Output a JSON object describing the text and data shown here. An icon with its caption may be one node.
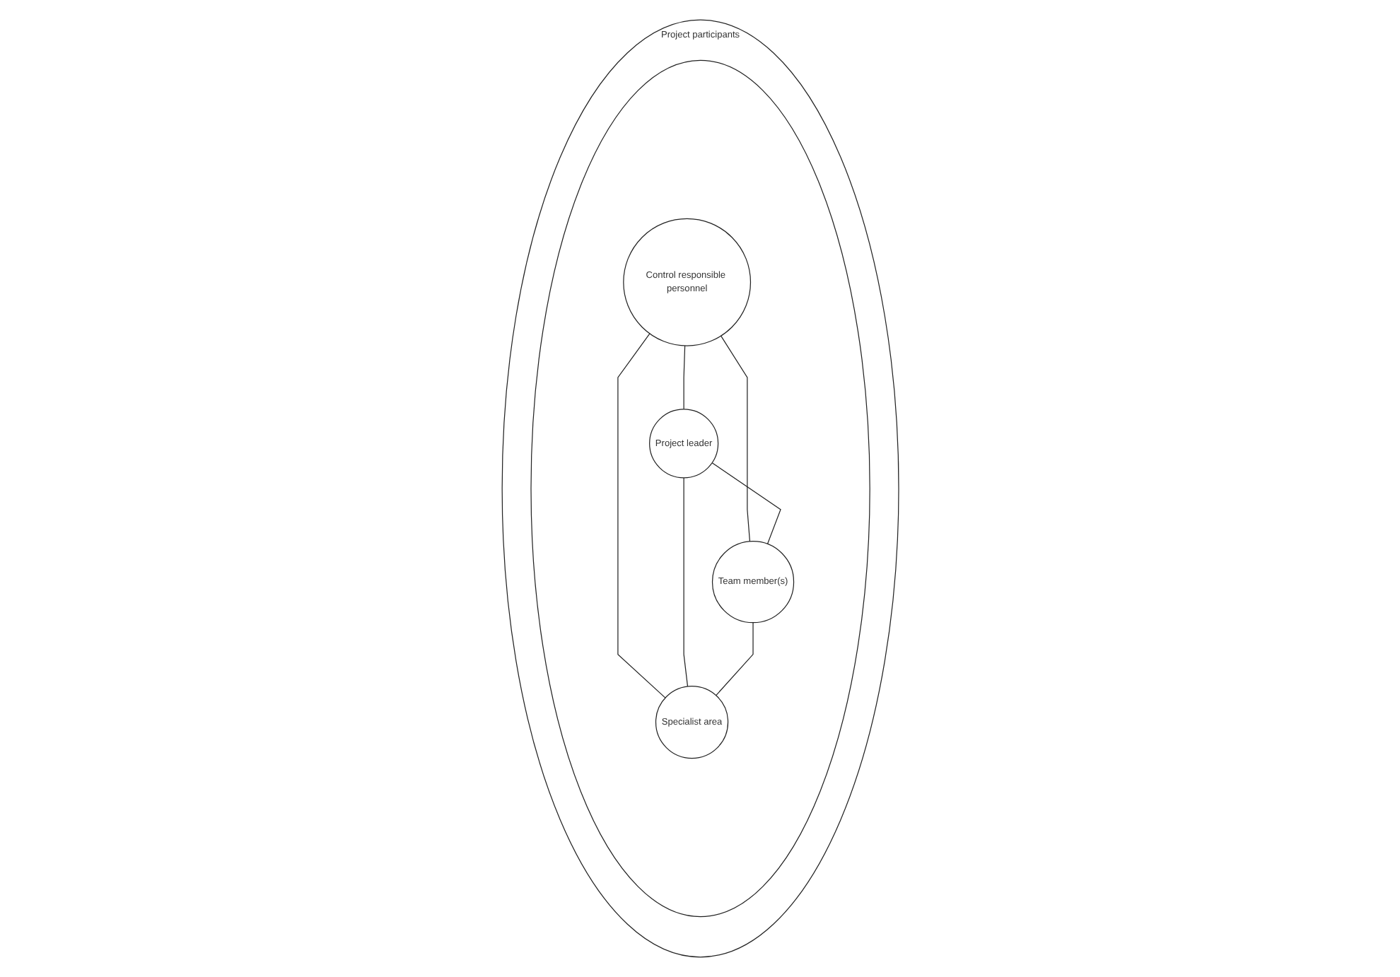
{
  "diagram": {
    "nodes": [
      {
        "text": [
          "Project participants"
        ]
      },
      {
        "text": [],
        "shape": "circle",
        "in": 0
      },
      {
        "text": [
          "Control responsible personnel"
        ],
        "in": 1
      },
      {
        "text": [
          "Project leader"
        ],
        "in": 1
      },
      {
        "text": [
          "Team member(s)"
        ],
        "in": 1
      },
      {
        "text": [
          "Specialist area"
        ],
        "in": 1
      }
    ],
    "edges": [
      {
        "from": 2,
        "to": 3,
        "arrow": "none"
      },
      {
        "from": 2,
        "to": 4,
        "arrow": "none"
      },
      {
        "from": 2,
        "to": 5,
        "arrow": "none"
      },
      {
        "from": 3,
        "to": 4,
        "arrow": "none"
      },
      {
        "from": 3,
        "to": 5,
        "arrow": "none"
      },
      {
        "from": 4,
        "to": 5,
        "arrow": "none"
      }
    ]
  }
}
